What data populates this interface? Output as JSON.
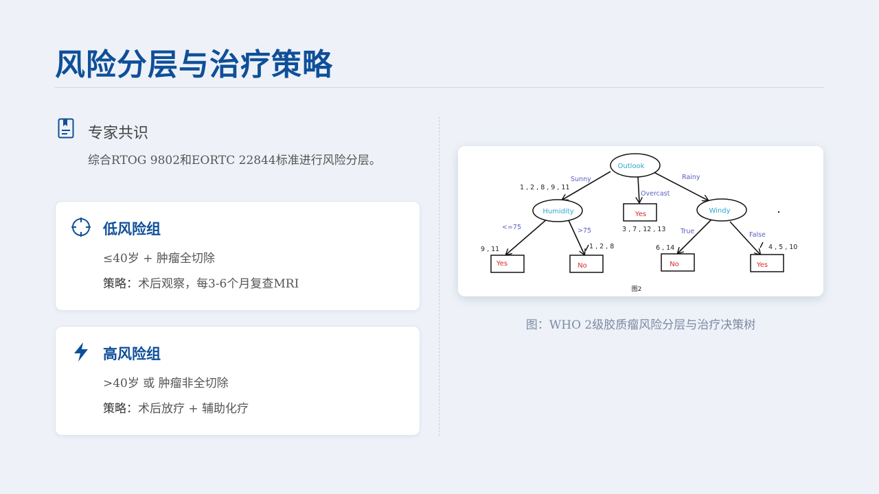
{
  "header": {
    "title": "风险分层与治疗策略"
  },
  "consensus": {
    "icon": "bookmark-document-icon",
    "heading": "专家共识",
    "text": "综合RTOG 9802和EORTC 22844标准进行风险分层。"
  },
  "risk_groups": [
    {
      "icon": "crosshair-icon",
      "title": "低风险组",
      "condition": "≤40岁 + 肿瘤全切除",
      "strategy_label": "策略：",
      "strategy": "术后观察，每3-6个月复查MRI"
    },
    {
      "icon": "lightning-bolt-icon",
      "title": "高风险组",
      "condition": ">40岁 或 肿瘤非全切除",
      "strategy_label": "策略：",
      "strategy": "术后放疗 + 辅助化疗"
    }
  ],
  "figure": {
    "caption": "图：WHO 2级胶质瘤风险分层与治疗决策树",
    "image_label": "图2",
    "tree": {
      "root": "Outlook",
      "branches": {
        "sunny": "Sunny",
        "overcast": "Overcast",
        "rainy": "Rainy",
        "le75": "<=75",
        "gt75": ">75",
        "true": "True",
        "false": "False"
      },
      "nodes": {
        "humidity": "Humidity",
        "windy": "Windy",
        "overcast_leaf": "Yes",
        "hum_le_leaf": "Yes",
        "hum_gt_leaf": "No",
        "windy_true_leaf": "No",
        "windy_false_leaf": "Yes"
      },
      "sets": {
        "sunny": "1 , 2 , 8 , 9 , 11",
        "overcast": "3 , 7 , 12 , 13",
        "hum_le": "9 , 11",
        "hum_gt": "1 , 2 , 8",
        "windy_true": "6 , 14",
        "windy_false": "4 , 5 , 10"
      }
    },
    "colors": {
      "node_text": "#2aa7c9",
      "edge_label": "#5a5fbf",
      "leaf_text": "#d42a2a"
    }
  }
}
